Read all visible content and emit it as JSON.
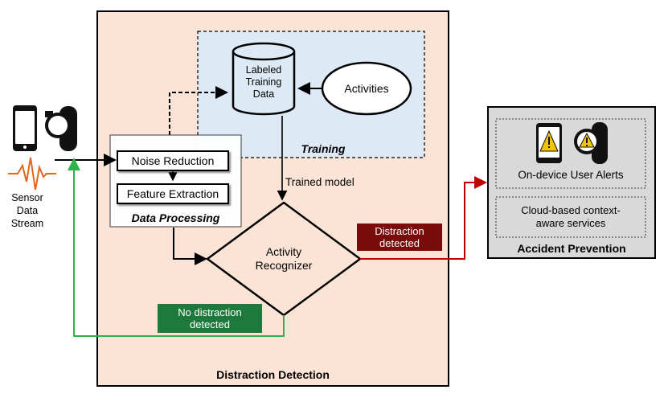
{
  "sensor": {
    "label": "Sensor Data\nStream"
  },
  "detection": {
    "title": "Distraction Detection"
  },
  "training": {
    "title": "Training",
    "database_label": "Labeled\nTraining\nData",
    "activities_label": "Activities"
  },
  "processing": {
    "title": "Data Processing",
    "noise_label": "Noise Reduction",
    "feature_label": "Feature Extraction"
  },
  "trained_model_label": "Trained model",
  "recognizer": {
    "label": "Activity\nRecognizer"
  },
  "distraction_badge": {
    "label": "Distraction\ndetected",
    "color": "#7a0b0b"
  },
  "no_distraction_badge": {
    "label": "No distraction\ndetected",
    "color": "#1e7a3c"
  },
  "prevention": {
    "title": "Accident Prevention",
    "alerts_label": "On-device User Alerts",
    "cloud_label": "Cloud-based context-\naware services"
  },
  "colors": {
    "detection_bg": "#fbe4d6",
    "training_bg": "#dde9f5",
    "prevention_bg": "#d9d9d9",
    "red_arrow": "#c00000",
    "green_arrow": "#2db34a",
    "warning": "#f5c400",
    "wave": "#e0651e"
  },
  "icons": [
    "smartphone-icon",
    "smartwatch-icon",
    "signal-wave-icon",
    "database-icon",
    "warning-phone-icon",
    "warning-watch-icon"
  ]
}
